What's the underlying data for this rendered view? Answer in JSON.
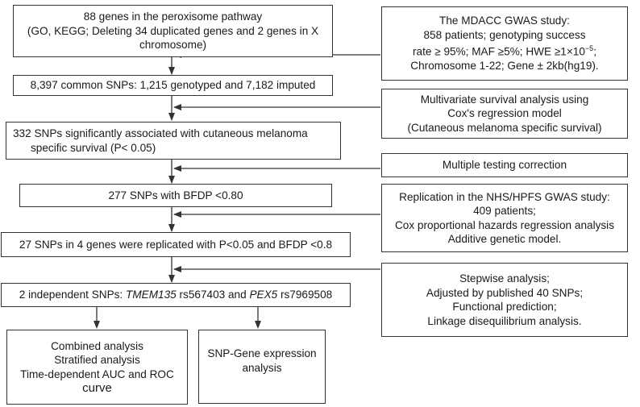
{
  "flow": {
    "step1": [
      "88 genes in the peroxisome pathway",
      "(GO, KEGG; Deleting 34 duplicated genes and 2 genes in X",
      "chromosome)"
    ],
    "step2": [
      "8,397 common SNPs: 1,215 genotyped and 7,182 imputed"
    ],
    "step3": [
      "332 SNPs significantly associated with cutaneous melanoma",
      "specific survival (P< 0.05)"
    ],
    "step4": [
      "277 SNPs with BFDP <0.80"
    ],
    "step5": [
      "27 SNPs in 4 genes were replicated with P<0.05 and BFDP <0.8"
    ],
    "step6": {
      "prefix": "2 independent SNPs: ",
      "gene1": "TMEM135",
      "snp1": " rs567403 and ",
      "gene2": "PEX5",
      "snp2": " rs7969508"
    },
    "out1": [
      "Combined analysis",
      "Stratified analysis",
      "Time-dependent AUC and ROC",
      "curve"
    ],
    "out2": [
      "SNP-Gene expression",
      "analysis"
    ]
  },
  "side": {
    "gwas": {
      "l1": "The MDACC GWAS study:",
      "l2": "858 patients; genotyping success",
      "l3a": "rate ≥ 95%; MAF ≥5%; HWE ≥1×10",
      "l3sup": "−5",
      "l3b": ";",
      "l4": "Chromosome 1-22; Gene ± 2kb(hg19)."
    },
    "cox": [
      "Multivariate survival analysis using",
      "Cox's regression model",
      "(Cutaneous melanoma specific survival)"
    ],
    "mtc": [
      "Multiple testing correction"
    ],
    "repl": [
      "Replication in the NHS/HPFS GWAS study:",
      "409 patients;",
      "Cox proportional hazards regression analysis",
      "Additive genetic model."
    ],
    "step": [
      "Stepwise analysis;",
      "Adjusted by published 40 SNPs;",
      "Functional prediction;",
      "Linkage disequilibrium analysis."
    ]
  }
}
